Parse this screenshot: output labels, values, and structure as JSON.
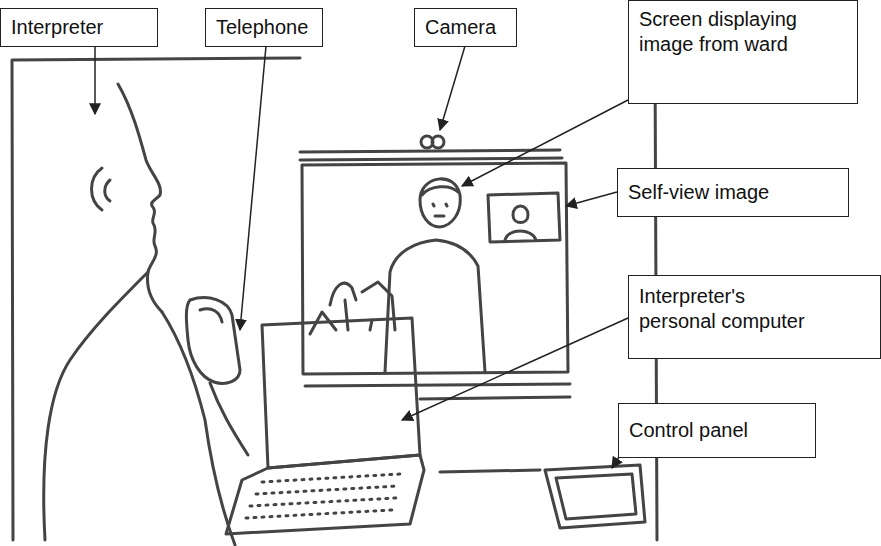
{
  "diagram": {
    "nodes": [
      {
        "text": [
          "Interpreter"
        ]
      },
      {
        "text": [
          "Telephone"
        ]
      },
      {
        "text": [
          "Camera"
        ]
      },
      {
        "text": [
          "Screen displaying image from ward"
        ]
      },
      {
        "text": [
          "Self-view image"
        ]
      },
      {
        "text": [
          "Interpreter's personal computer"
        ]
      },
      {
        "text": [
          "Control panel"
        ]
      }
    ]
  }
}
